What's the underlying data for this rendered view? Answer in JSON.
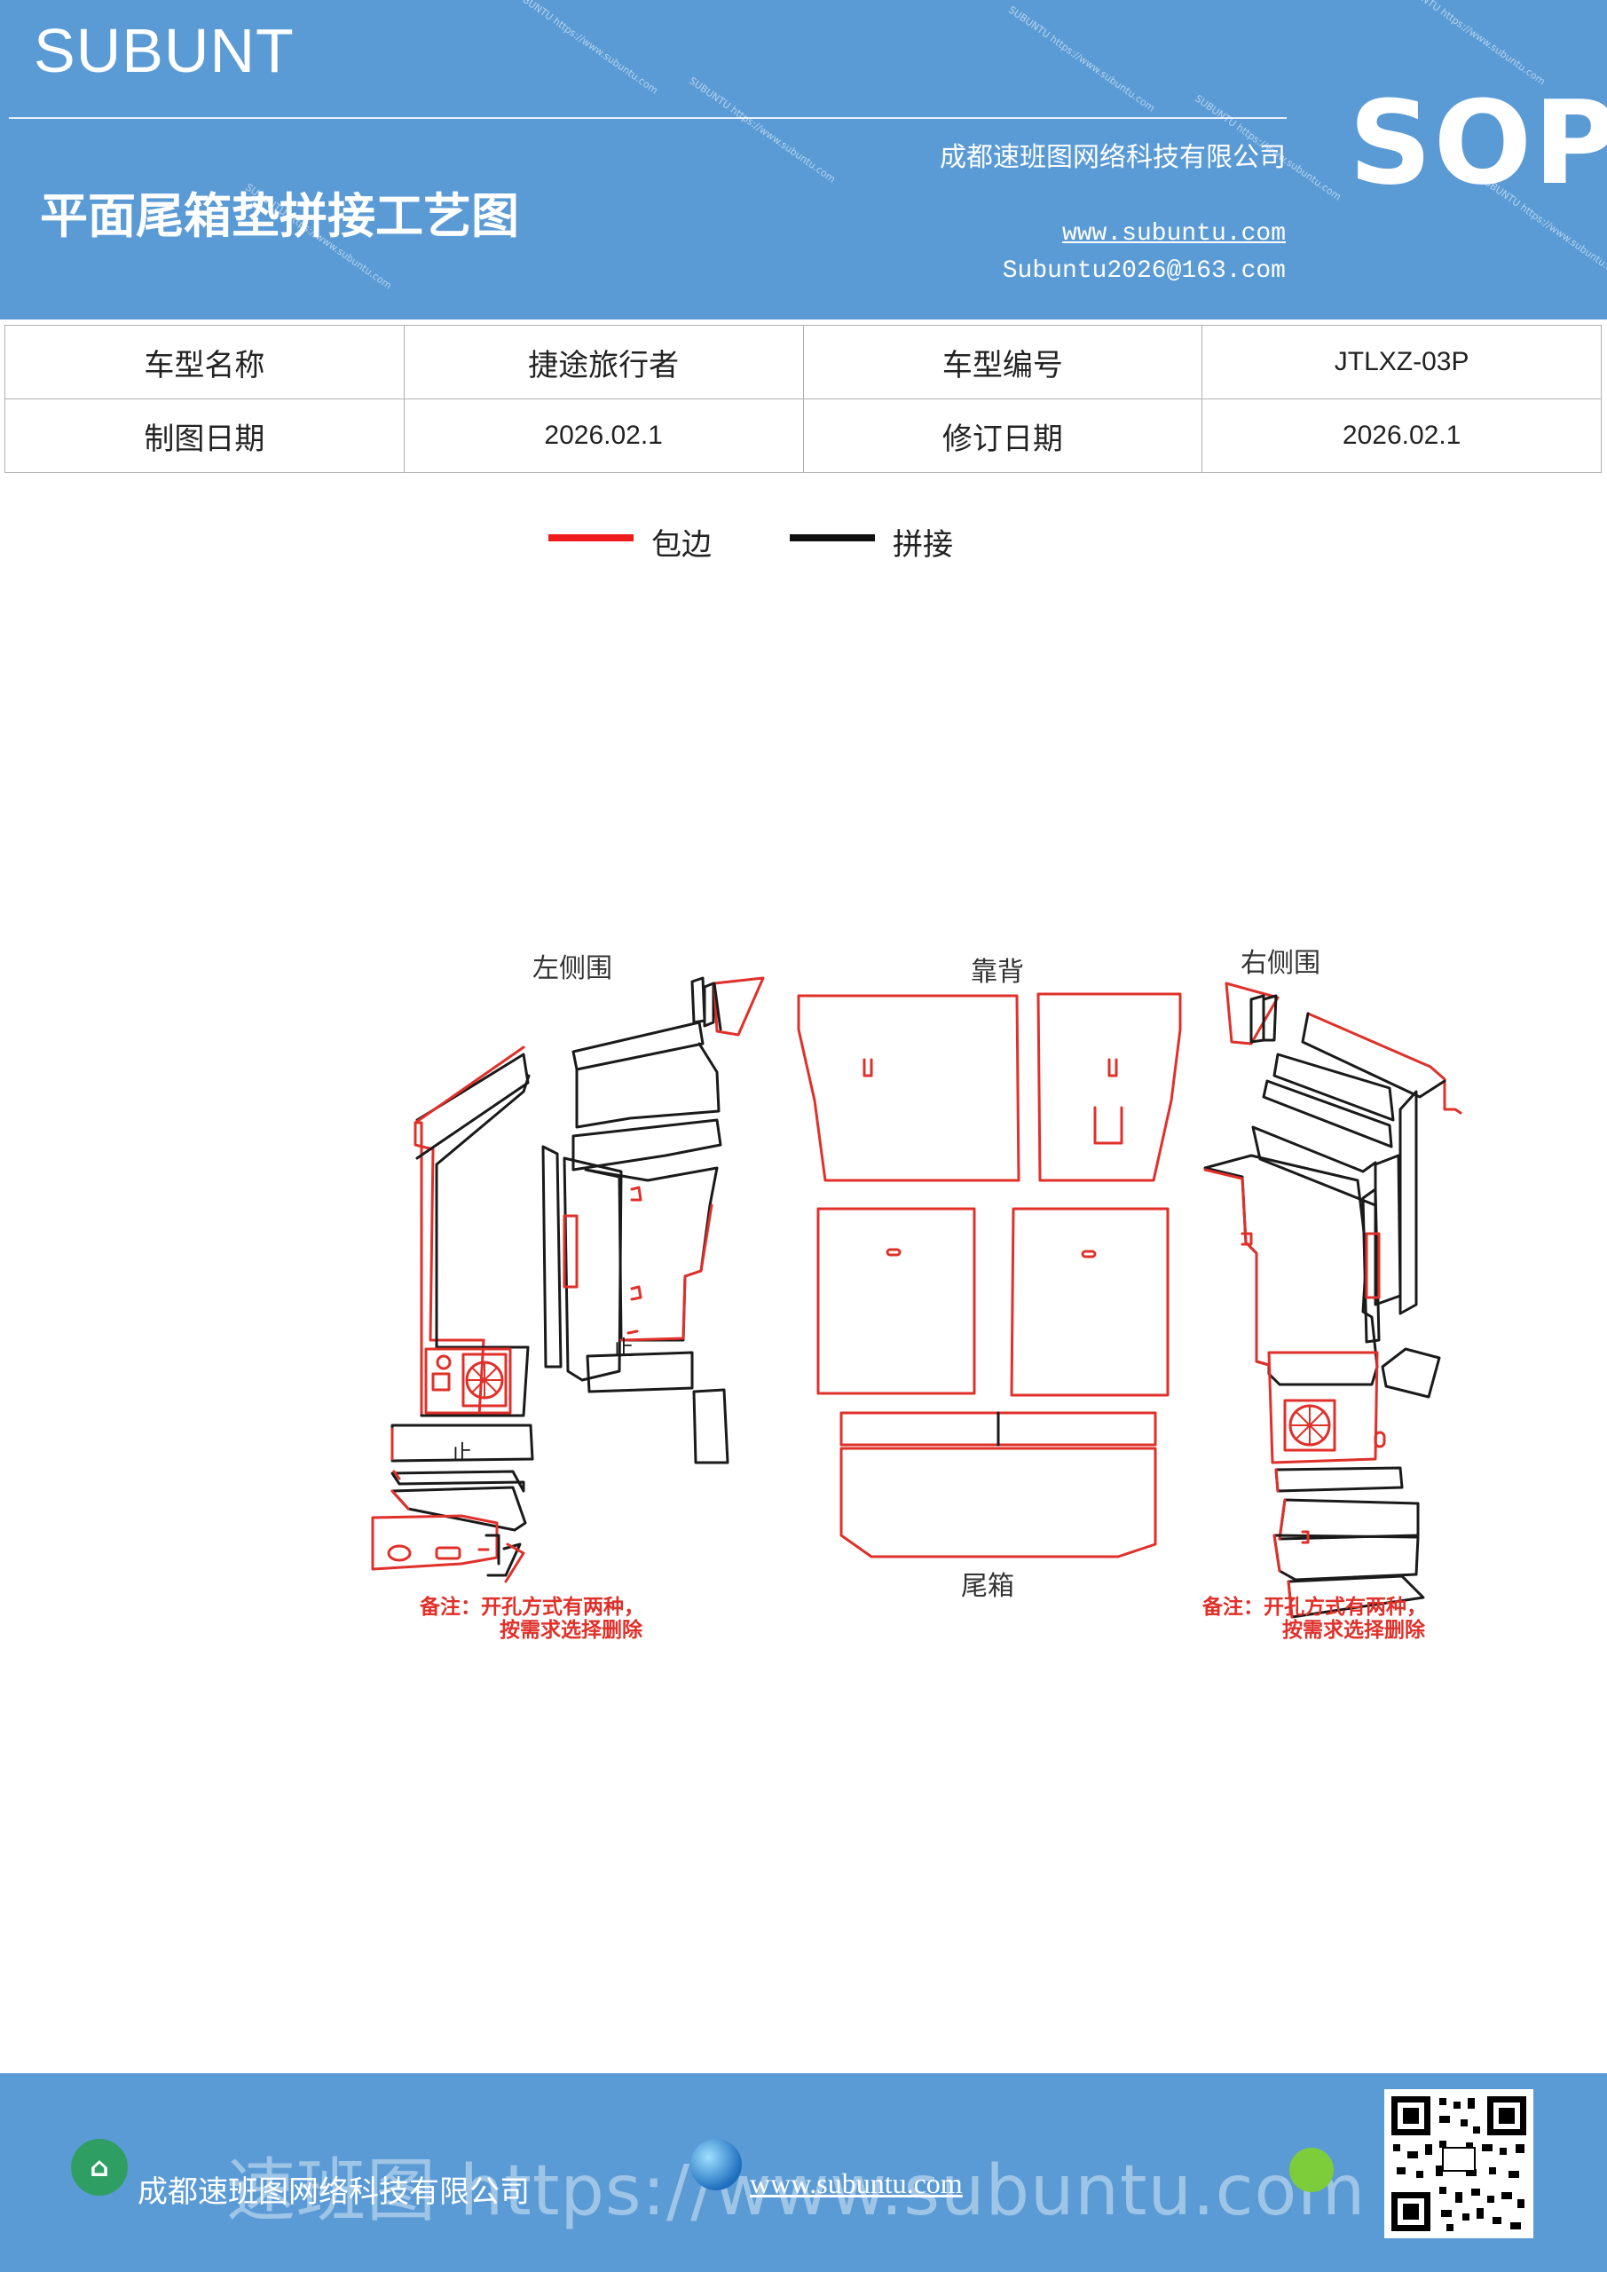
{
  "header": {
    "brand": "SUBUNT",
    "title": "平面尾箱垫拼接工艺图",
    "company": "成都速班图网络科技有限公司",
    "website": "www.subuntu.com",
    "email": "Subuntu2026@163.com",
    "badge": "SOP"
  },
  "info_table": {
    "model_name_label": "车型名称",
    "model_name": "捷途旅行者",
    "model_code_label": "车型编号",
    "model_code": "JTLXZ-03P",
    "draw_date_label": "制图日期",
    "draw_date": "2026.02.1",
    "revise_date_label": "修订日期",
    "revise_date": "2026.02.1"
  },
  "legend": {
    "items": [
      {
        "label": "包边",
        "color": "#ee1c1c"
      },
      {
        "label": "拼接",
        "color": "#111111"
      }
    ]
  },
  "diagram": {
    "left_label": "左侧围",
    "back_label": "靠背",
    "right_label": "右侧围",
    "trunk_label": "尾箱",
    "stop_mark": "止",
    "note_left_line1": "备注：开孔方式有两种，",
    "note_left_line2": "按需求选择删除",
    "note_right_line1": "备注：开孔方式有两种，",
    "note_right_line2": "按需求选择删除",
    "edge_color": "#e0302a",
    "seam_color": "#1a1a1a"
  },
  "footer": {
    "company": "成都速班图网络科技有限公司",
    "website": "www.subuntu.com",
    "watermark": "速班图 https://www.subuntu.com"
  }
}
